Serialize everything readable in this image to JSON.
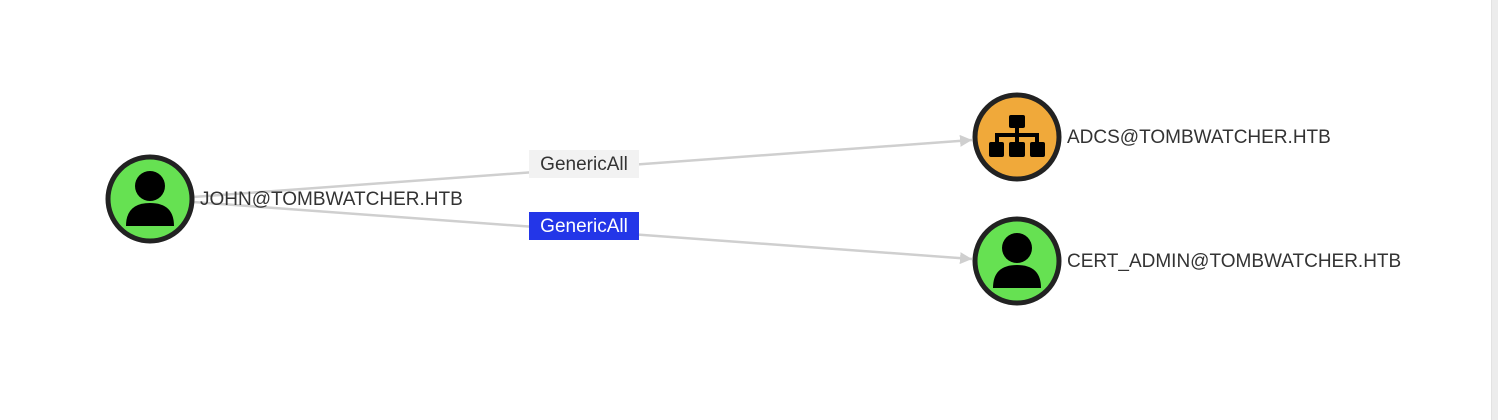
{
  "graph": {
    "nodes": [
      {
        "id": "john",
        "label": "JOHN@TOMBWATCHER.HTB",
        "kind": "user",
        "icon": "user-icon",
        "fill": "#66e152"
      },
      {
        "id": "adcs",
        "label": "ADCS@TOMBWATCHER.HTB",
        "kind": "ou",
        "icon": "hierarchy-icon",
        "fill": "#f0a93a"
      },
      {
        "id": "cert_admin",
        "label": "CERT_ADMIN@TOMBWATCHER.HTB",
        "kind": "user",
        "icon": "user-icon",
        "fill": "#66e152"
      }
    ],
    "edges": [
      {
        "from": "john",
        "to": "adcs",
        "label": "GenericAll",
        "selected": false
      },
      {
        "from": "john",
        "to": "cert_admin",
        "label": "GenericAll",
        "selected": true
      }
    ]
  },
  "colors": {
    "node_border": "#222222",
    "edge_line": "#cfcfcf",
    "edge_label_bg": "#f2f2f2",
    "edge_label_text": "#333333",
    "selected_label_bg": "#2336e8",
    "selected_label_text": "#ffffff"
  }
}
